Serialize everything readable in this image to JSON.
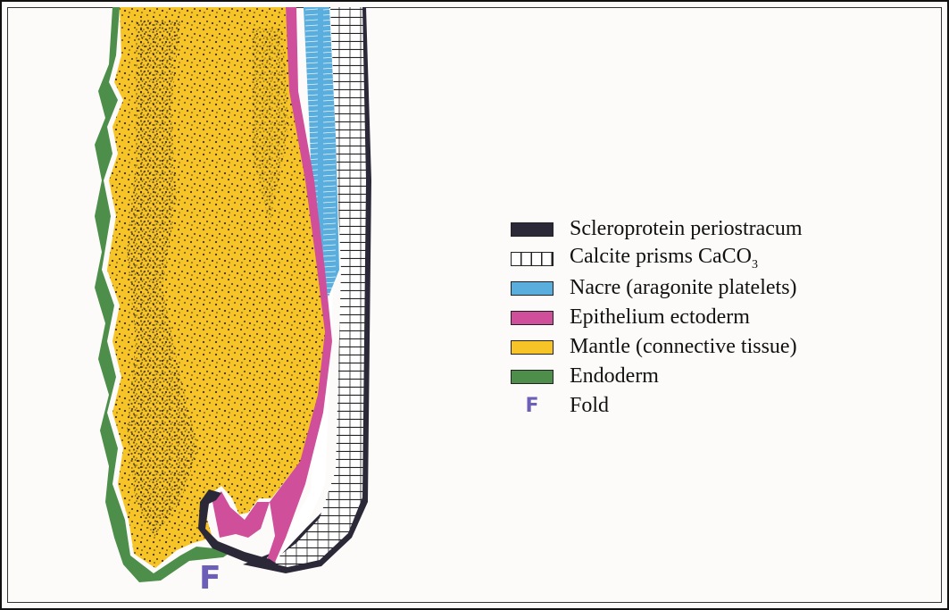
{
  "colors": {
    "periostracum": "#2b2838",
    "prisms": "#ffffff",
    "nacre": "#5aaede",
    "epithelium": "#cf4f9a",
    "mantle": "#f7c428",
    "endoderm": "#4d8f4a",
    "fold_letter": "#6c5fb8",
    "stipple": "#3a2e1a"
  },
  "icons": {
    "periostracum": "solid-dark-swatch",
    "prisms": "vertical-bars-swatch",
    "nacre": "blue-swatch",
    "epithelium": "magenta-swatch",
    "mantle": "yellow-swatch",
    "endoderm": "green-swatch",
    "fold": "letter-F"
  },
  "legend": {
    "items": [
      {
        "key": "periostracum",
        "label": "Scleroprotein periostracum",
        "style": "solid"
      },
      {
        "key": "prisms",
        "label": "Calcite prisms CaCO",
        "sub": "3",
        "style": "prisms"
      },
      {
        "key": "nacre",
        "label": "Nacre (aragonite platelets)",
        "style": "solid"
      },
      {
        "key": "epithelium",
        "label": "Epithelium ectoderm",
        "style": "solid"
      },
      {
        "key": "mantle",
        "label": "Mantle (connective tissue)",
        "style": "solid"
      },
      {
        "key": "endoderm",
        "label": "Endoderm",
        "style": "solid"
      },
      {
        "key": "fold",
        "label": "Fold",
        "symbol": "F",
        "style": "letter"
      }
    ]
  },
  "diagram": {
    "fold_label": "F"
  }
}
